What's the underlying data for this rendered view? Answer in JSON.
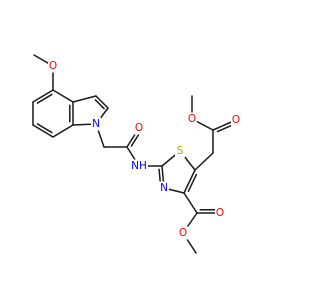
{
  "diagram": {
    "type": "chemical-structure",
    "colors": {
      "bond": "#1a1a1a",
      "C": "#1a1a1a",
      "O": "#ff0000",
      "N": "#0000ff",
      "S": "#b8a200"
    },
    "atoms": [
      {
        "id": "O_ome_ind",
        "label": "O",
        "element": "O"
      },
      {
        "id": "N_ind",
        "label": "N",
        "element": "N"
      },
      {
        "id": "O_amide",
        "label": "O",
        "element": "O"
      },
      {
        "id": "N_amide",
        "label": "NH",
        "element": "N"
      },
      {
        "id": "S_thz",
        "label": "S",
        "element": "S"
      },
      {
        "id": "N_thz",
        "label": "N",
        "element": "N"
      },
      {
        "id": "O_ester1_carbonyl",
        "label": "O",
        "element": "O"
      },
      {
        "id": "O_ester1_ether",
        "label": "O",
        "element": "O"
      },
      {
        "id": "O_ester2_carbonyl",
        "label": "O",
        "element": "O"
      },
      {
        "id": "O_ester2_ether",
        "label": "O",
        "element": "O"
      }
    ]
  }
}
